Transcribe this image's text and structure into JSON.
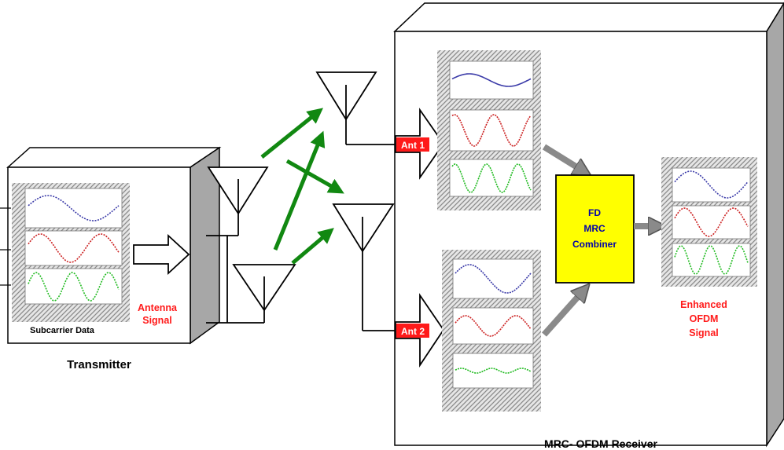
{
  "transmitter": {
    "title": "Transmitter",
    "subcarrier_label": "Subcarrier Data",
    "antenna_signal_line1": "Antenna",
    "antenna_signal_line2": "Signal"
  },
  "receiver": {
    "title": "MRC- OFDM Receiver",
    "ant1_label": "Ant 1",
    "ant2_label": "Ant 2",
    "combiner_line1": "FD",
    "combiner_line2": "MRC",
    "combiner_line3": "Combiner",
    "output_line1": "Enhanced",
    "output_line2": "OFDM",
    "output_line3": "Signal"
  },
  "colors": {
    "wave_blue": "#3a3aa8",
    "wave_red": "#cc2222",
    "wave_green": "#22bb22",
    "combiner_fill": "#ffff00",
    "link_arrow": "#118811",
    "label_red": "#ff1a1a",
    "label_blue": "#0000aa"
  }
}
